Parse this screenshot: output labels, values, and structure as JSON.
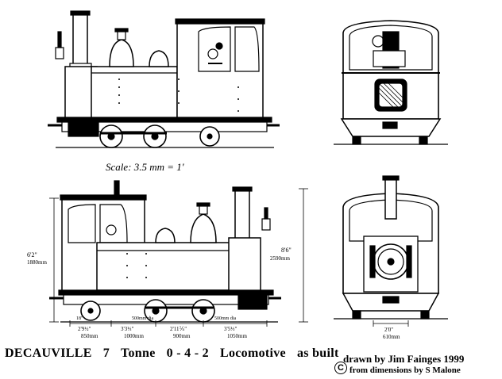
{
  "scale_label": "Scale: 3.5 mm = 1'",
  "title": {
    "w1": "DECAUVILLE",
    "w2": "7",
    "w3": "Tonne",
    "w4": "0 - 4 - 2",
    "w5": "Locomotive",
    "w6": "as built"
  },
  "credit": "drawn by Jim Fainges 1999",
  "copyright_symbol": "C",
  "source": "from dimensions by S Malone",
  "dimensions": {
    "height_cab": "6'2\"",
    "height_cab_mm": "1880mm",
    "height_total": "8'6\"",
    "height_total_mm": "2590mm",
    "wheel_trailing": "18\"",
    "wheel_driving": "500mm dia",
    "wheel_trailing_mm": "500mm dia",
    "spacing_1": "2'9½\"",
    "spacing_1_mm": "850mm",
    "spacing_2": "3'3⅓\"",
    "spacing_2_mm": "1000mm",
    "spacing_3": "2'11⅖\"",
    "spacing_3_mm": "900mm",
    "spacing_4": "3'5⅓\"",
    "spacing_4_mm": "1050mm",
    "gauge": "2'0\"",
    "gauge_mm": "610mm"
  }
}
